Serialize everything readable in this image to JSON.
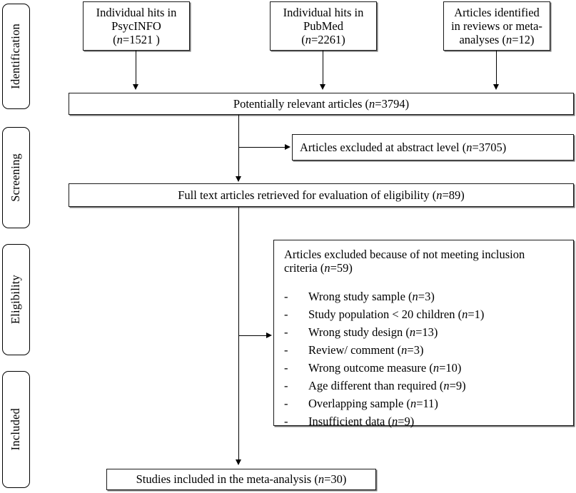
{
  "diagram": {
    "title": "PRISMA study selection flow diagram",
    "stages": [
      {
        "label": "Identification"
      },
      {
        "label": "Screening"
      },
      {
        "label": "Eligibility"
      },
      {
        "label": "Included"
      }
    ],
    "sources": [
      {
        "line1": "Individual hits in",
        "line2": "PsycINFO",
        "line3_pre": "(",
        "n_italic": "n",
        "line3_post": "=1521 )"
      },
      {
        "line1": "Individual hits in",
        "line2": "PubMed",
        "line3_pre": "(",
        "n_italic": "n",
        "line3_post": "=2261)"
      },
      {
        "line1": "Articles identified",
        "line2": "in reviews or meta-",
        "line3_pre": "analyses (",
        "n_italic": "n",
        "line3_post": "=12)"
      }
    ],
    "nodes": {
      "potentially_relevant": {
        "pre": "Potentially relevant articles (",
        "n_italic": "n",
        "post": "=3794)"
      },
      "excluded_abstract": {
        "pre": "Articles excluded at abstract level (",
        "n_italic": "n",
        "post": "=3705)"
      },
      "full_text": {
        "pre": "Full text articles retrieved for evaluation of eligibility (",
        "n_italic": "n",
        "post": "=89)"
      },
      "included": {
        "pre": "Studies included in the meta-analysis (",
        "n_italic": "n",
        "post": "=30)"
      }
    },
    "exclusion": {
      "head_line1": "Articles excluded because of not meeting inclusion",
      "head_line2_pre": "criteria (",
      "head_n_italic": "n",
      "head_line2_post": "=59)",
      "bullet_marker": "-",
      "items": [
        {
          "label": "Wrong study sample (",
          "n_italic": "n",
          "post": "=3)"
        },
        {
          "label": "Study population < 20 children (",
          "n_italic": "n",
          "post": "=1)"
        },
        {
          "label": "Wrong study design (",
          "n_italic": "n",
          "post": "=13)"
        },
        {
          "label": "Review/ comment (",
          "n_italic": "n",
          "post": "=3)"
        },
        {
          "label": "Wrong outcome measure (",
          "n_italic": "n",
          "post": "=10)"
        },
        {
          "label": "Age different than required (",
          "n_italic": "n",
          "post": "=9)"
        },
        {
          "label": "Overlapping sample (",
          "n_italic": "n",
          "post": "=11)"
        },
        {
          "label": "Insufficient data (",
          "n_italic": "n",
          "post": "=9)"
        }
      ]
    },
    "colors": {
      "line": "#000000",
      "box_border": "#1a1a1a",
      "background": "#ffffff"
    }
  }
}
